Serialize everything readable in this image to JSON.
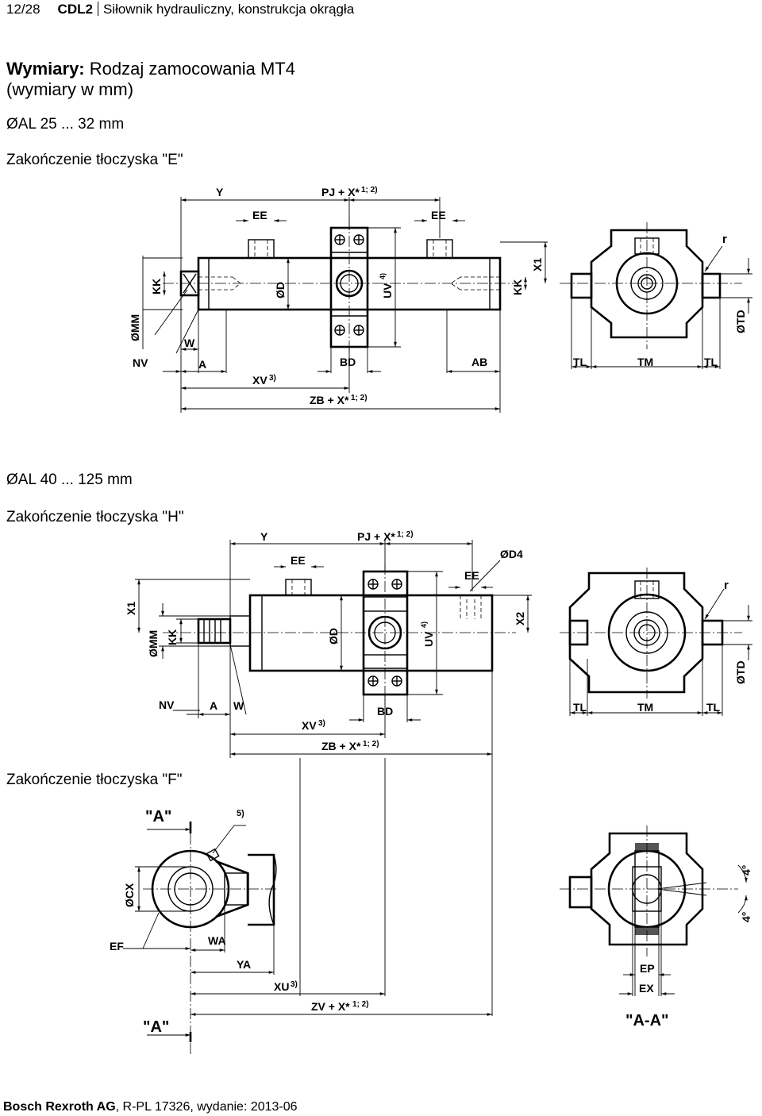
{
  "header": {
    "page": "12/28",
    "product": "CDL2",
    "product_title": "Siłownik hydrauliczny, konstrukcja okrągła"
  },
  "title": {
    "bold": "Wymiary:",
    "rest": " Rodzaj zamocowania MT4",
    "line2": "(wymiary w mm)"
  },
  "section1": {
    "range": "ØAL 25 ... 32 mm",
    "rod_end": "Zakończenie tłoczyska \"E\"",
    "dims": {
      "Y": "Y",
      "PJ": "PJ + X*",
      "PJ_sup": "1; 2)",
      "EE1": "EE",
      "EE2": "EE",
      "r": "r",
      "X1": "X1",
      "KK1": "KK",
      "KK2": "KK",
      "MM": "ØMM",
      "D": "ØD",
      "UV": "UV",
      "UV_sup": "4)",
      "TD": "ØTD",
      "W": "W",
      "NV": "NV",
      "A": "A",
      "BD": "BD",
      "AB": "AB",
      "TL1": "TL",
      "TM": "TM",
      "TL2": "TL",
      "XV": "XV",
      "XV_sup": "3)",
      "ZB": "ZB + X*",
      "ZB_sup": "1; 2)"
    }
  },
  "section2": {
    "range": "ØAL 40 ... 125 mm",
    "rod_end": "Zakończenie tłoczyska \"H\"",
    "dims": {
      "Y": "Y",
      "PJ": "PJ + X*",
      "PJ_sup": "1; 2)",
      "D4": "ØD4",
      "EE1": "EE",
      "EE2": "EE",
      "r": "r",
      "X1": "X1",
      "MM": "ØMM",
      "KK": "KK",
      "D": "ØD",
      "UV": "UV",
      "UV_sup": "4)",
      "X2": "X2",
      "TD": "ØTD",
      "NV": "NV",
      "A": "A",
      "W": "W",
      "BD": "BD",
      "TL1": "TL",
      "TM": "TM",
      "TL2": "TL",
      "XV": "XV",
      "XV_sup": "3)",
      "ZB": "ZB + X*",
      "ZB_sup": "1; 2)"
    }
  },
  "section3": {
    "rod_end": "Zakończenie tłoczyska \"F\"",
    "dims": {
      "A_top": "\"A\"",
      "note5": "5)",
      "CX": "ØCX",
      "EF": "EF",
      "WA": "WA",
      "YA": "YA",
      "XU": "XU",
      "XU_sup": "3)",
      "ZV": "ZV + X*",
      "ZV_sup": "1; 2)",
      "A_bottom": "\"A\"",
      "EP": "EP",
      "EX": "EX",
      "AA": "\"A-A\"",
      "deg1": "4°",
      "deg2": "4°"
    }
  },
  "footer": {
    "company": "Bosch Rexroth AG",
    "doc": ", R-PL 17326, wydanie: 2013-06"
  }
}
